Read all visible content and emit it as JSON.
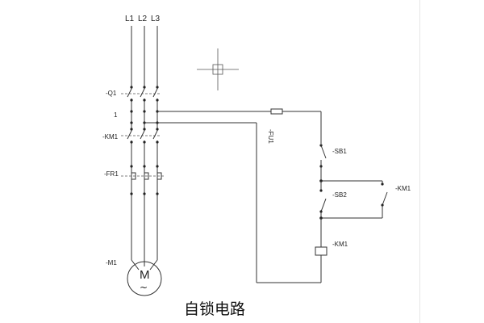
{
  "diagram": {
    "phases": [
      "L1",
      "L2",
      "L3"
    ],
    "labels": {
      "q1": "-Q1",
      "node1": "1",
      "km1_main": "-KM1",
      "fr1": "-FR1",
      "m1": "-M1",
      "fu1": "-FU1",
      "sb1": "-SB1",
      "sb2": "-SB2",
      "km1_aux": "-KM1",
      "km1_coil": "-KM1",
      "motor_letter": "M",
      "motor_symbol": "~"
    },
    "caption": "自锁电路"
  }
}
